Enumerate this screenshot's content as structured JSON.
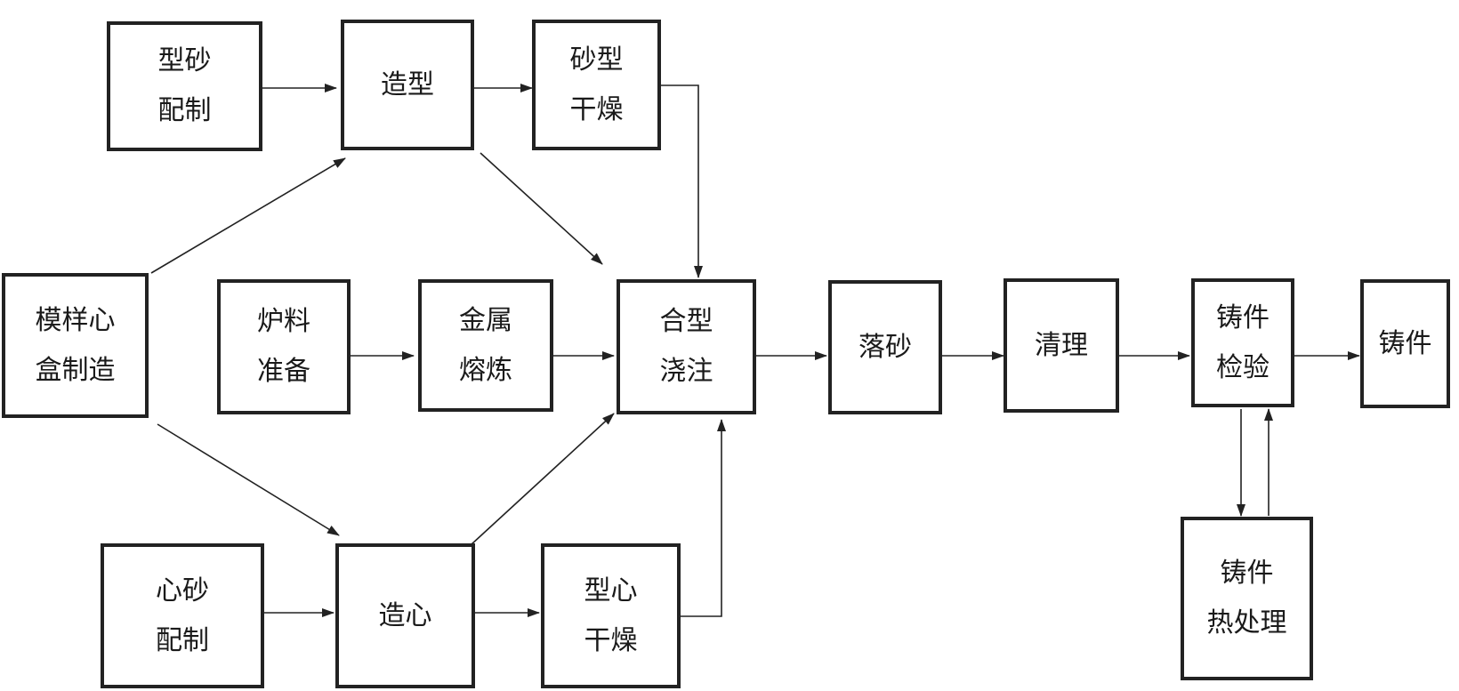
{
  "nodes": {
    "sand_prep": {
      "line1": "型砂",
      "line2": "配制"
    },
    "molding": {
      "line1": "造型"
    },
    "mold_dry": {
      "line1": "砂型",
      "line2": "干燥"
    },
    "pattern": {
      "line1": "模样心",
      "line2": "盒制造"
    },
    "charge_prep": {
      "line1": "炉料",
      "line2": "准备"
    },
    "melting": {
      "line1": "金属",
      "line2": "熔炼"
    },
    "assembly_pouring": {
      "line1": "合型",
      "line2": "浇注"
    },
    "shakeout": {
      "line1": "落砂"
    },
    "cleaning": {
      "line1": "清理"
    },
    "inspection": {
      "line1": "铸件",
      "line2": "检验"
    },
    "casting": {
      "line1": "铸件"
    },
    "core_sand_prep": {
      "line1": "心砂",
      "line2": "配制"
    },
    "core_making": {
      "line1": "造心"
    },
    "core_dry": {
      "line1": "型心",
      "line2": "干燥"
    },
    "heat_treatment": {
      "line1": "铸件",
      "line2": "热处理"
    }
  }
}
